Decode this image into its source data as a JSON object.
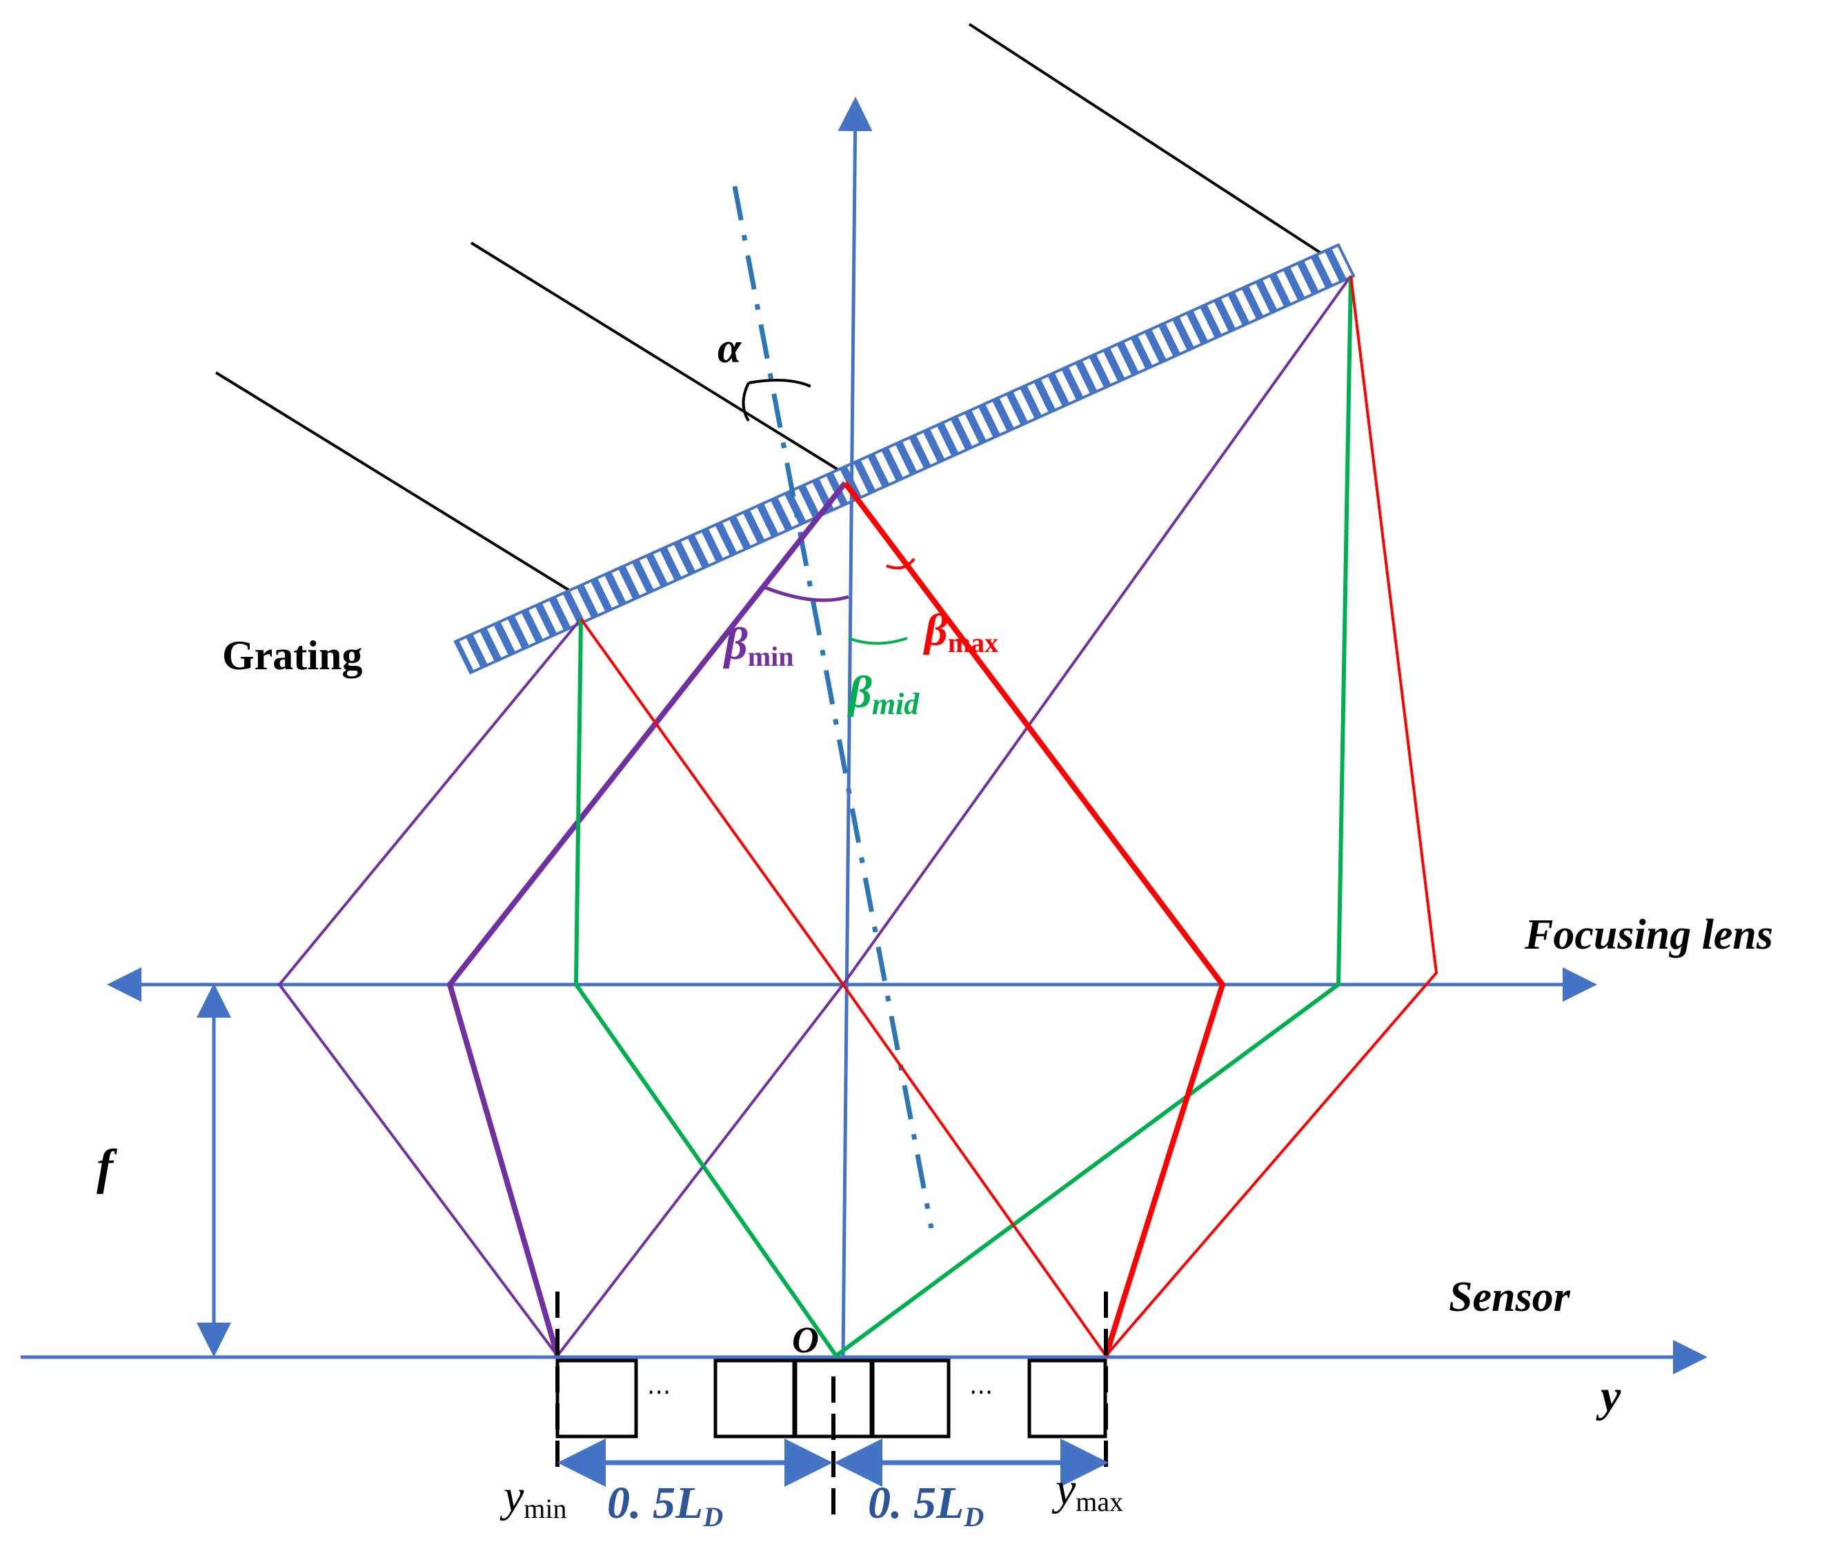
{
  "labels": {
    "alpha": "α",
    "grating": "Grating",
    "beta_min_sym": "β",
    "beta_min_sub": "min",
    "beta_max_sym": "β",
    "beta_max_sub": "max",
    "beta_mid_sym": "β",
    "beta_mid_sub": "mid",
    "focusing_lens": "Focusing lens",
    "f": "f",
    "sensor": "Sensor",
    "origin": "O",
    "y_axis": "y",
    "ymin_sym": "y",
    "ymin_sub": "min",
    "ymax_sym": "y",
    "ymax_sub": "max",
    "half_ld_left": "0. 5L",
    "half_ld_left_sub": "D",
    "half_ld_right": "0. 5L",
    "half_ld_right_sub": "D",
    "ellipsis_left": "···",
    "ellipsis_right": "···"
  },
  "colors": {
    "axis": "#4472c4",
    "black": "#000000",
    "purple": "#7030a0",
    "green": "#00b050",
    "red": "#ff0000",
    "normal": "#2e75b6"
  }
}
